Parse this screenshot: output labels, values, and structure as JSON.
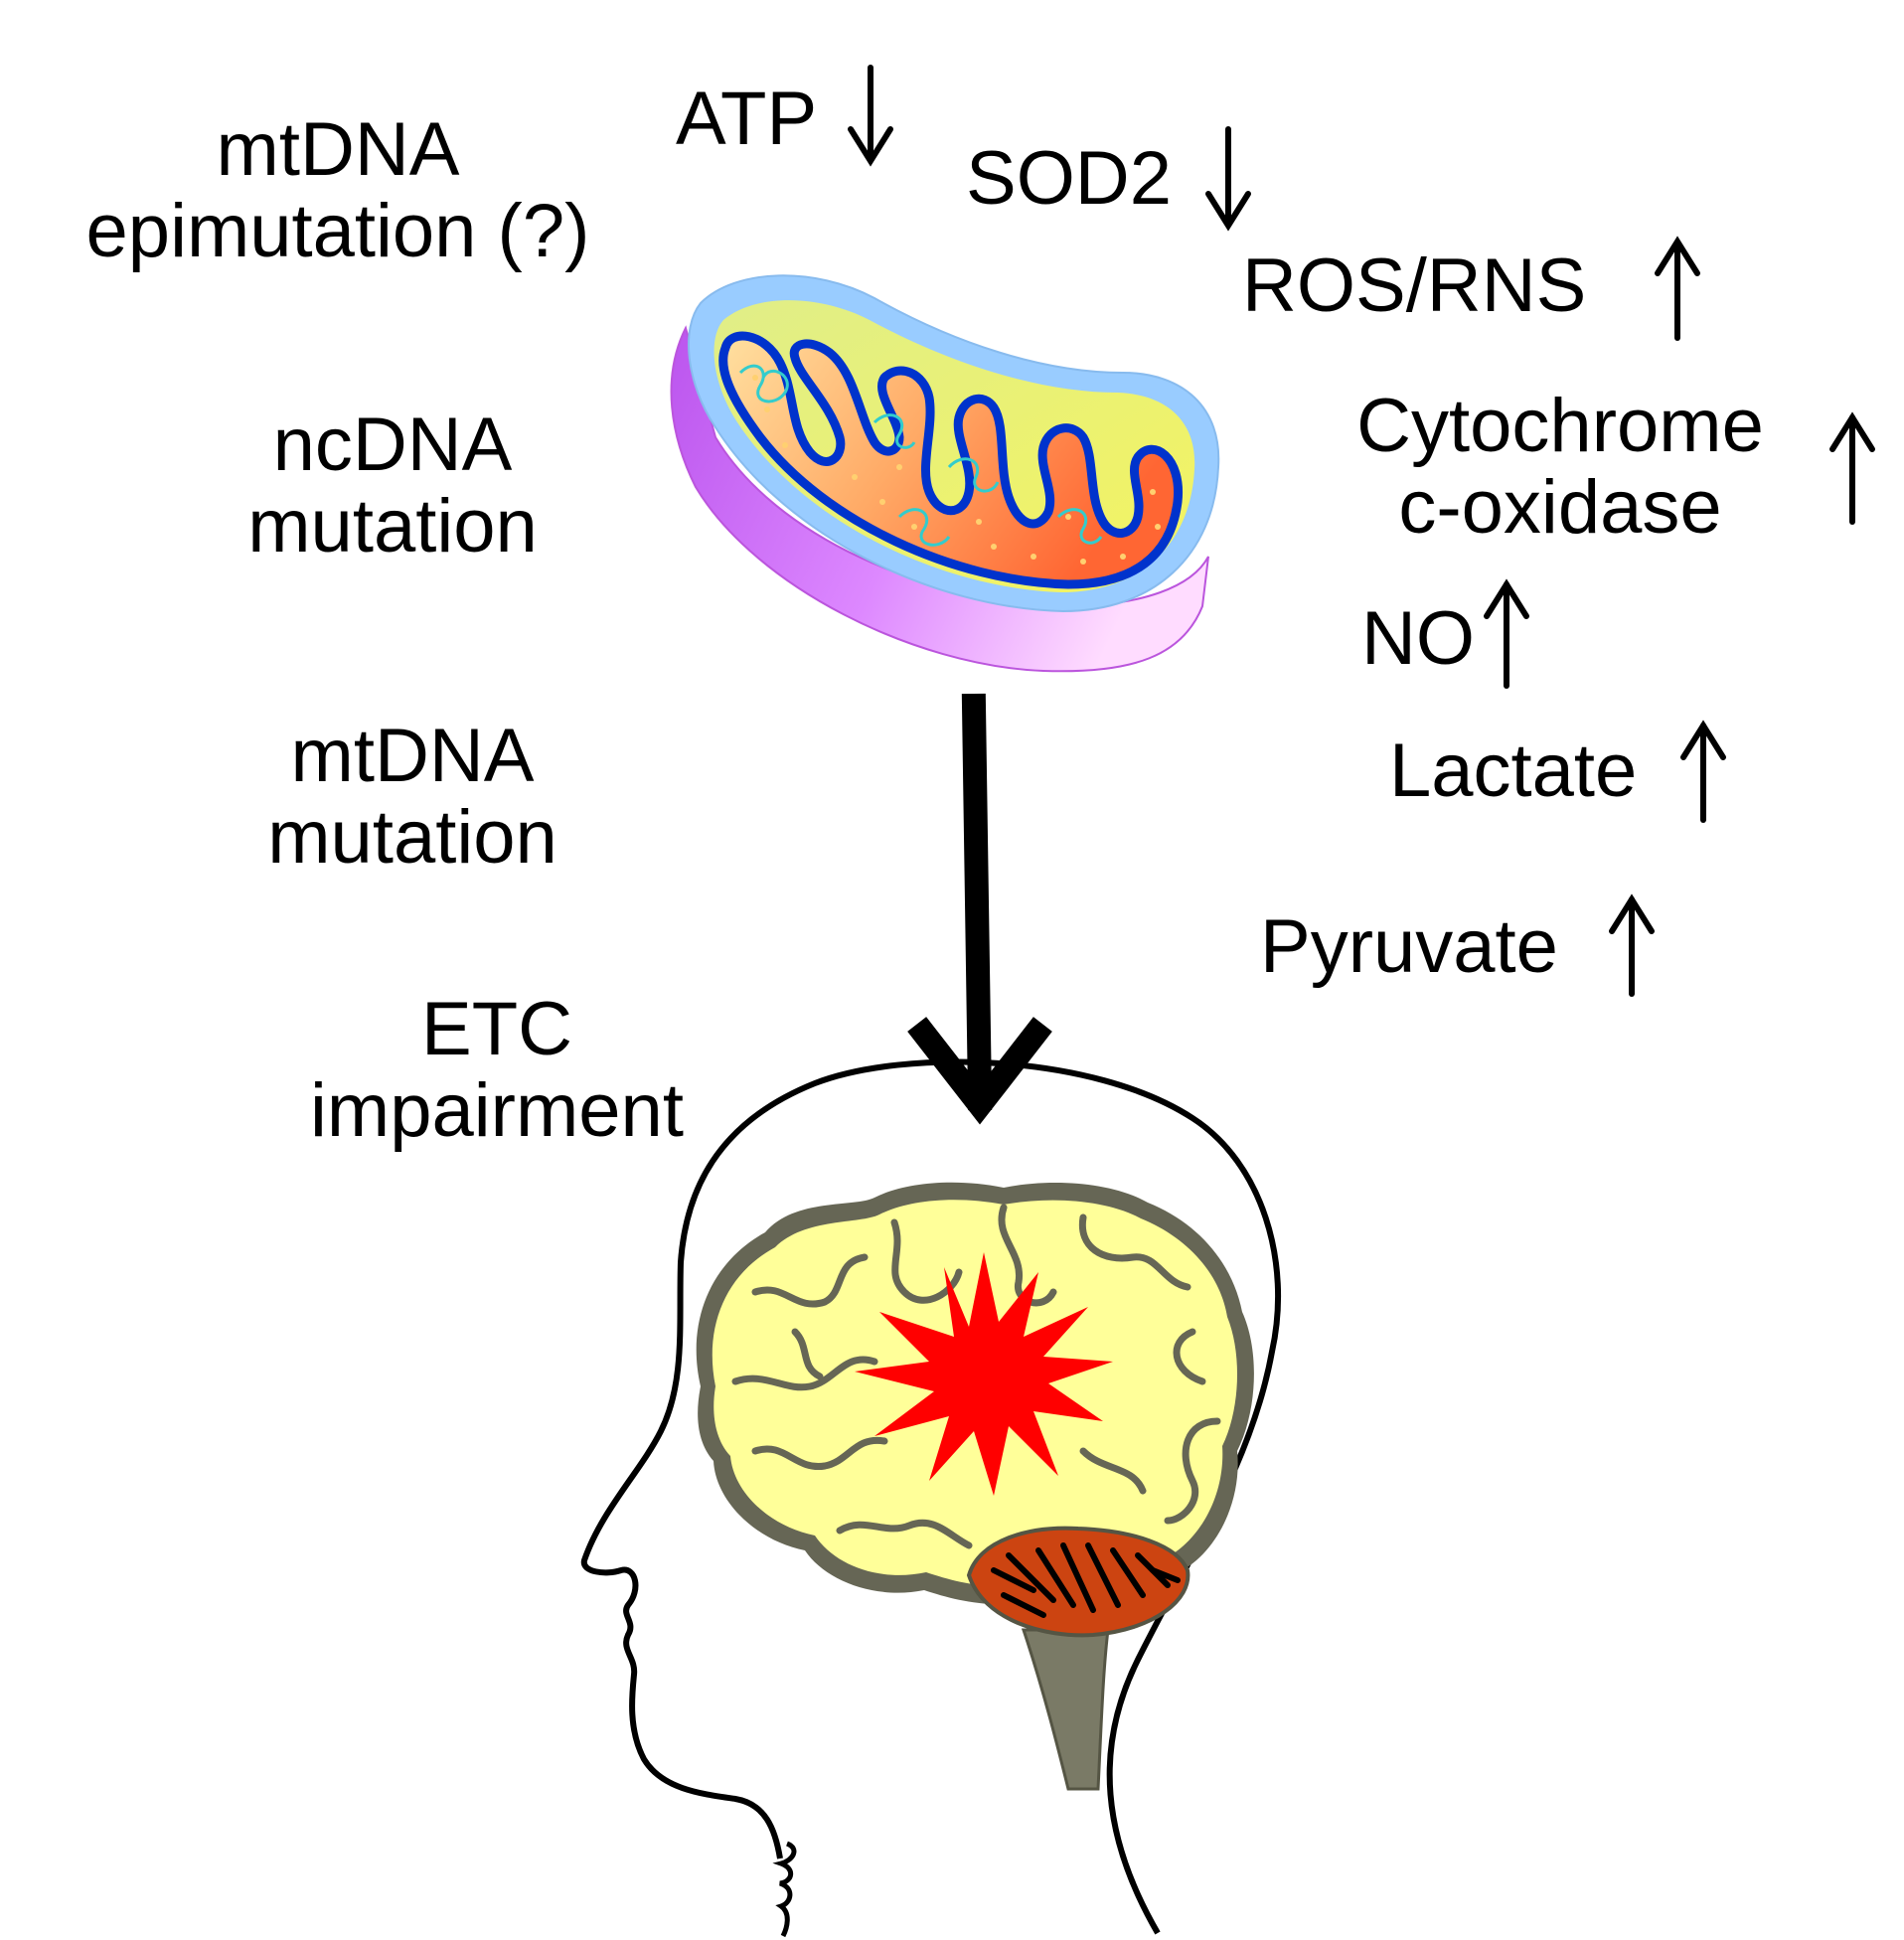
{
  "left_labels": {
    "mtdna_epimutation": [
      "mtDNA",
      "epimutation (?)"
    ],
    "ncdna_mutation": [
      "ncDNA",
      "mutation"
    ],
    "mtdna_mutation": [
      "mtDNA",
      "mutation"
    ],
    "etc_impairment": [
      "ETC",
      "impairment"
    ]
  },
  "markers": {
    "atp": {
      "label": "ATP",
      "direction": "down"
    },
    "sod2": {
      "label": "SOD2",
      "direction": "down"
    },
    "ros_rns": {
      "label": "ROS/RNS",
      "direction": "up"
    },
    "cytochrome": {
      "label": [
        "Cytochrome",
        "c-oxidase"
      ],
      "direction": "up"
    },
    "no": {
      "label": "NO",
      "direction": "up"
    },
    "lactate": {
      "label": "Lactate",
      "direction": "up"
    },
    "pyruvate": {
      "label": "Pyruvate",
      "direction": "up"
    }
  },
  "colors": {
    "mito_outer": "#cc66ff",
    "mito_membrane": "#99ccff",
    "mito_inner_space": "#e6f08c",
    "mito_matrix": "#ff9966",
    "cristae_line": "#0033cc",
    "mtdna_strand": "#33cccc",
    "brain": "#ffff99",
    "brain_outline": "#666655",
    "cerebellum": "#cc4411",
    "brainstem": "#7a7a66",
    "starburst": "#ff0000"
  },
  "icons": [
    "mitochondrion-icon",
    "brain-icon",
    "head-silhouette-icon",
    "starburst-icon",
    "arrow-down-icon",
    "arrow-up-icon"
  ]
}
